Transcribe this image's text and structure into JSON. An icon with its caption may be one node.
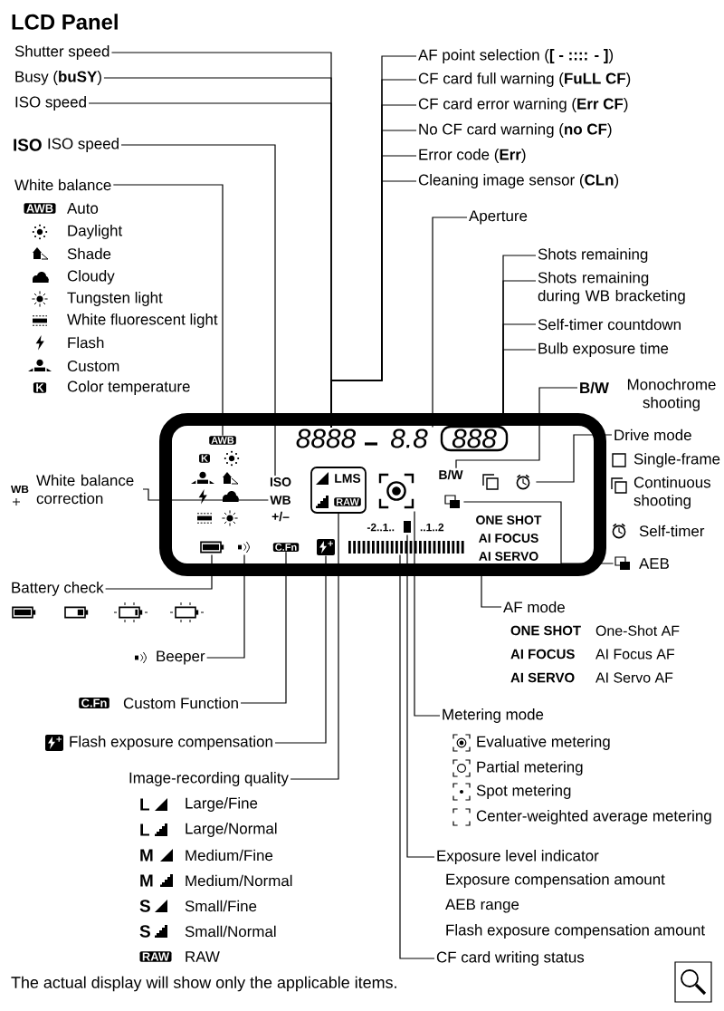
{
  "diagram": {
    "title": "LCD Panel",
    "caption": "The actual display will show only the applicable items.",
    "nodes": [
      {
        "text": [
          "Shutter speed"
        ]
      },
      {
        "text": [
          "Busy (**buSY**)"
        ]
      },
      {
        "text": [
          "ISO speed"
        ]
      },
      {
        "text": [
          "ISO",
          "ISO speed"
        ]
      },
      {
        "text": [
          "White balance",
          "AWB",
          "Auto",
          "Daylight",
          "Shade",
          "Cloudy",
          "Tungsten light",
          "White fluorescent light",
          "Flash",
          "Custom",
          "K",
          "Color temperature"
        ]
      },
      {
        "text": [
          "AF point selection (**[ - :::: - ]**)"
        ]
      },
      {
        "text": [
          "CF card full warning (**FuLL CF**)"
        ]
      },
      {
        "text": [
          "CF card error warning (**Err CF**)"
        ]
      },
      {
        "text": [
          "No CF card warning (**no CF**)"
        ]
      },
      {
        "text": [
          "Error code (**Err**)"
        ]
      },
      {
        "text": [
          "Cleaning image sensor (**CLn**)"
        ]
      },
      {
        "text": [
          "Aperture"
        ]
      },
      {
        "text": [
          "Shots remaining"
        ]
      },
      {
        "text": [
          "Shots remaining during WB bracketing"
        ]
      },
      {
        "text": [
          "Self-timer countdown"
        ]
      },
      {
        "text": [
          "Bulb exposure time"
        ]
      },
      {
        "text": [
          "B/W",
          "Monochrome shooting"
        ]
      },
      {
        "text": [
          "Drive mode",
          "Single-frame",
          "Continuous shooting",
          "Self-timer"
        ]
      },
      {
        "text": [
          "WB",
          "White balance correction"
        ]
      },
      {
        "text": [],
        "shape": "box"
      },
      {
        "text": [
          "AWB",
          "K"
        ],
        "in": 19
      },
      {
        "text": [
          "8888"
        ],
        "in": 19
      },
      {
        "text": [
          "8.8"
        ],
        "in": 19
      },
      {
        "text": [
          "888"
        ],
        "in": 19
      },
      {
        "text": [
          "ISO"
        ],
        "in": 19
      },
      {
        "text": [
          "WB",
          "+/–"
        ],
        "in": 19
      },
      {
        "text": [
          "LMS",
          "RAW"
        ],
        "in": 19
      },
      {
        "text": [],
        "shape": "picture",
        "in": 19
      },
      {
        "text": [
          "B/W"
        ],
        "in": 19
      },
      {
        "text": [],
        "shape": "picture",
        "in": 19
      },
      {
        "text": [],
        "shape": "picture",
        "in": 19
      },
      {
        "text": [
          "ONE SHOT",
          "AI FOCUS",
          "AI SERVO"
        ],
        "in": 19
      },
      {
        "text": [],
        "shape": "picture",
        "in": 19
      },
      {
        "text": [],
        "shape": "picture",
        "in": 19
      },
      {
        "text": [
          "C.Fn"
        ],
        "in": 19
      },
      {
        "text": [],
        "shape": "picture",
        "in": 19
      },
      {
        "text": [
          "-2..1..",
          "..1..2"
        ],
        "in": 19
      },
      {
        "text": [],
        "shape": "picture",
        "in": 19
      },
      {
        "text": [
          "AEB"
        ]
      },
      {
        "text": [
          "Battery check"
        ]
      },
      {
        "text": [
          "Beeper"
        ]
      },
      {
        "text": [
          "C.Fn",
          "Custom Function"
        ]
      },
      {
        "text": [
          "Flash exposure compensation"
        ]
      },
      {
        "text": [
          "AF mode",
          "ONE SHOT",
          "One-Shot AF",
          "AI FOCUS",
          "AI Focus AF",
          "AI SERVO",
          "AI Servo AF"
        ]
      },
      {
        "text": [
          "Metering mode",
          "Evaluative metering",
          "Partial metering",
          "Spot metering",
          "Center-weighted average metering"
        ]
      },
      {
        "text": [
          "Image-recording quality",
          "L",
          "Large/Fine",
          "L",
          "Large/Normal",
          "M",
          "Medium/Fine",
          "M",
          "Medium/Normal",
          "S",
          "Small/Fine",
          "S",
          "Small/Normal",
          "RAW",
          "RAW"
        ]
      },
      {
        "text": [
          "Exposure level indicator",
          "Exposure compensation amount",
          "AEB range",
          "Flash exposure compensation amount"
        ]
      },
      {
        "text": [
          "CF card writing status"
        ]
      }
    ],
    "edges": [
      {
        "from": 0,
        "to": 21,
        "arrow": "none"
      },
      {
        "from": 1,
        "to": 21,
        "arrow": "none"
      },
      {
        "from": 2,
        "to": 21,
        "arrow": "none"
      },
      {
        "from": 3,
        "to": 24,
        "arrow": "none"
      },
      {
        "from": 4,
        "to": 20,
        "arrow": "none"
      },
      {
        "from": 5,
        "to": 21,
        "arrow": "none"
      },
      {
        "from": 6,
        "to": 21,
        "arrow": "none"
      },
      {
        "from": 7,
        "to": 21,
        "arrow": "none"
      },
      {
        "from": 8,
        "to": 21,
        "arrow": "none"
      },
      {
        "from": 9,
        "to": 21,
        "arrow": "none"
      },
      {
        "from": 10,
        "to": 21,
        "arrow": "none"
      },
      {
        "from": 11,
        "to": 22,
        "arrow": "none"
      },
      {
        "from": 12,
        "to": 23,
        "arrow": "none"
      },
      {
        "from": 13,
        "to": 23,
        "arrow": "none"
      },
      {
        "from": 14,
        "to": 23,
        "arrow": "none"
      },
      {
        "from": 15,
        "to": 23,
        "arrow": "none"
      },
      {
        "from": 16,
        "to": 28,
        "arrow": "none"
      },
      {
        "from": 17,
        "to": 30,
        "arrow": "none"
      },
      {
        "from": 18,
        "to": 25,
        "arrow": "none"
      },
      {
        "from": 38,
        "to": 29,
        "arrow": "none"
      },
      {
        "from": 39,
        "to": 32,
        "arrow": "none"
      },
      {
        "from": 40,
        "to": 33,
        "arrow": "none"
      },
      {
        "from": 41,
        "to": 34,
        "arrow": "none"
      },
      {
        "from": 42,
        "to": 35,
        "arrow": "none"
      },
      {
        "from": 43,
        "to": 31,
        "arrow": "none"
      },
      {
        "from": 44,
        "to": 27,
        "arrow": "none"
      },
      {
        "from": 45,
        "to": 26,
        "arrow": "none"
      },
      {
        "from": 46,
        "to": 36,
        "arrow": "none"
      },
      {
        "from": 47,
        "to": 37,
        "arrow": "none"
      }
    ]
  }
}
